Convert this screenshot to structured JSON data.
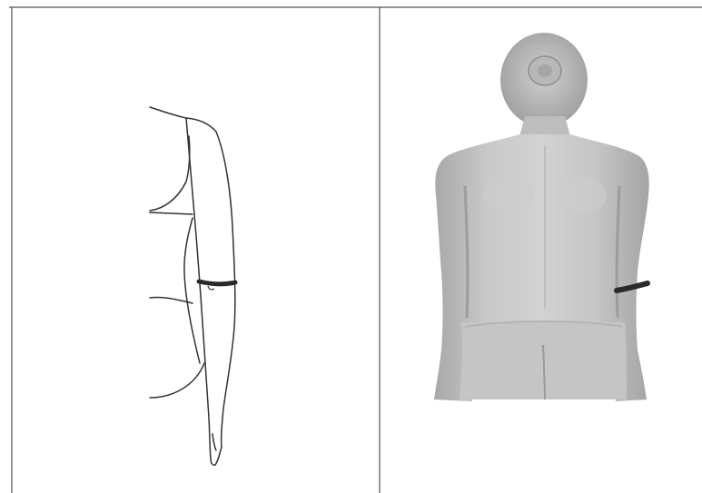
{
  "figure": {
    "panels": [
      {
        "content": "line-drawing",
        "view": "side",
        "marker": "upper-arm-band"
      },
      {
        "content": "3d-body-scan",
        "view": "back",
        "marker": "upper-arm-band"
      }
    ],
    "colors": {
      "border": "#555555",
      "line_art": "#333333",
      "marker_band": "#2a2a2a",
      "scan_body": "#c4c4c4",
      "scan_shadow": "#9a9a9a",
      "scan_highlight": "#dcdcdc"
    }
  }
}
